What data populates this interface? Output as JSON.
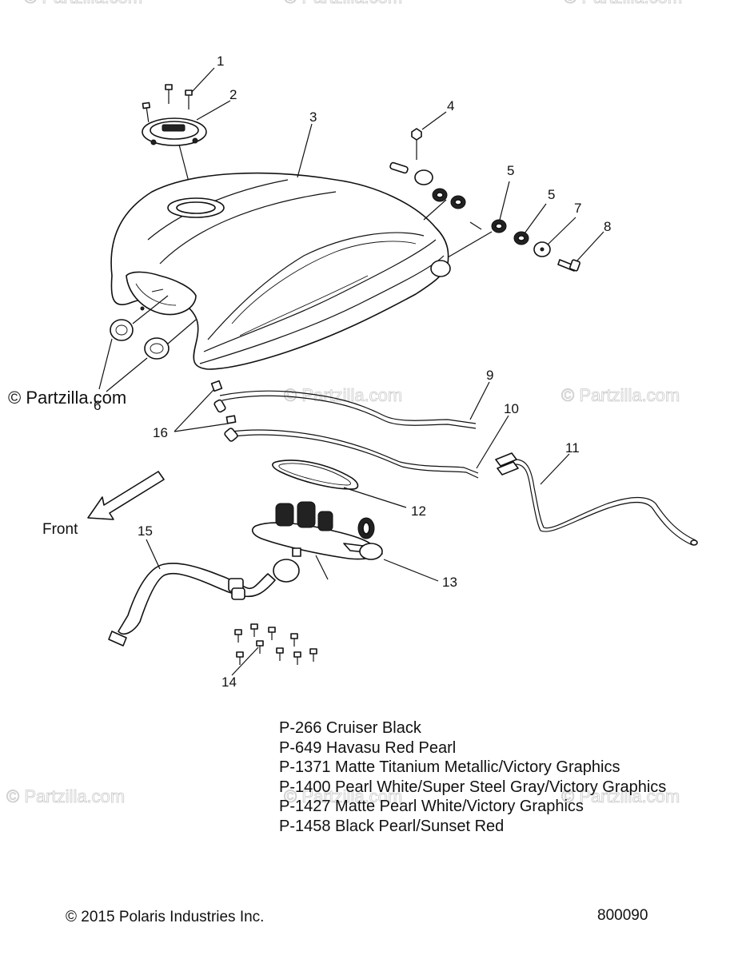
{
  "watermark": "© Partzilla.com",
  "front_label": "Front",
  "callouts": [
    "1",
    "2",
    "3",
    "4",
    "5",
    "5",
    "7",
    "8",
    "6",
    "9",
    "10",
    "11",
    "12",
    "13",
    "14",
    "15",
    "16"
  ],
  "paint_codes": [
    "P-266  Cruiser Black",
    "P-649  Havasu Red Pearl",
    "P-1371 Matte Titanium Metallic/Victory Graphics",
    "P-1400 Pearl White/Super Steel Gray/Victory Graphics",
    "P-1427 Matte Pearl White/Victory Graphics",
    "P-1458 Black Pearl/Sunset Red"
  ],
  "copyright": "© 2015 Polaris Industries Inc.",
  "diagram_number": "800090"
}
